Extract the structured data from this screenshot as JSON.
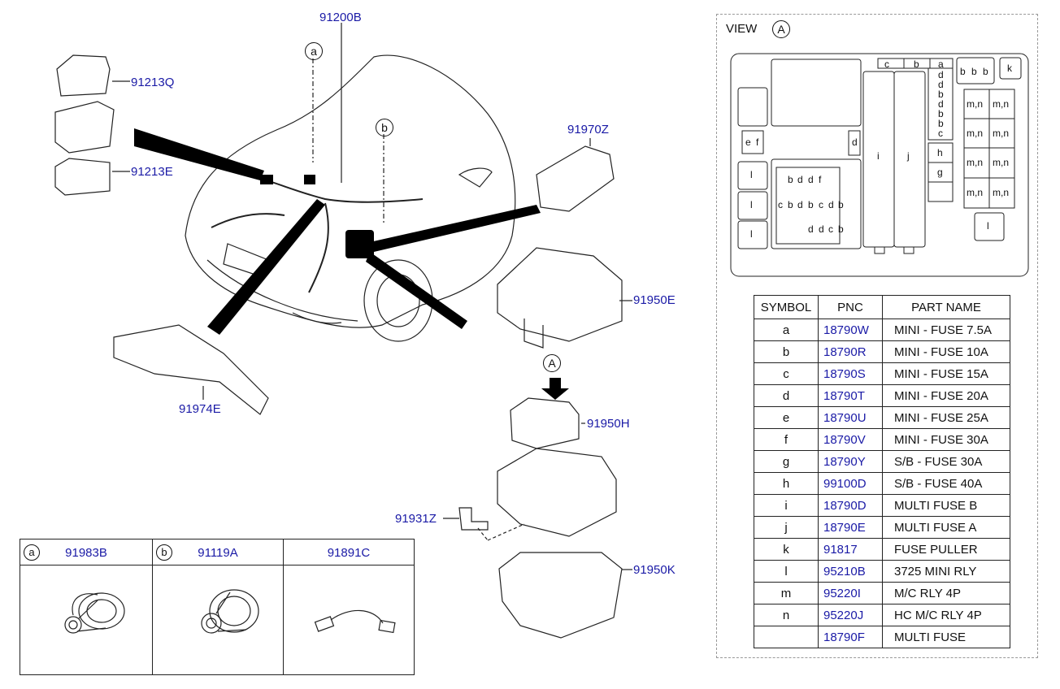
{
  "callouts": {
    "c91200B": "91200B",
    "c91213Q": "91213Q",
    "c91213E": "91213E",
    "c91970Z": "91970Z",
    "c91950E": "91950E",
    "c91974E": "91974E",
    "c91950H": "91950H",
    "c91931Z": "91931Z",
    "c91950K": "91950K",
    "detail_a": "a",
    "detail_b": "b",
    "arrow_A": "A"
  },
  "view": {
    "title": "VIEW",
    "marker": "A",
    "fuse_labels": {
      "top_row": [
        "c",
        "b",
        "a"
      ],
      "col_small": [
        "d",
        "d",
        "b",
        "d",
        "b",
        "b",
        "c"
      ],
      "right_b": [
        "b",
        "b",
        "b"
      ],
      "k": "k",
      "relays": [
        "m,n",
        "m,n",
        "m,n",
        "m,n",
        "m,n",
        "m,n",
        "m,n",
        "m,n"
      ],
      "l_right": "l",
      "e": "e",
      "f": "f",
      "d_mid": "d",
      "l_left": [
        "l",
        "l",
        "l"
      ],
      "i": "i",
      "j": "j",
      "h": "h",
      "g": "g",
      "grid_row1": [
        "b",
        "d",
        "d",
        "f"
      ],
      "grid_row2": [
        "c",
        "b",
        "d",
        "b",
        "c",
        "d",
        "b"
      ],
      "grid_row3": [
        "d",
        "d",
        "c",
        "b"
      ]
    }
  },
  "parts_table": {
    "headers": [
      "SYMBOL",
      "PNC",
      "PART NAME"
    ],
    "rows": [
      {
        "symbol": "a",
        "pnc": "18790W",
        "name": "MINI - FUSE 7.5A"
      },
      {
        "symbol": "b",
        "pnc": "18790R",
        "name": "MINI - FUSE 10A"
      },
      {
        "symbol": "c",
        "pnc": "18790S",
        "name": "MINI - FUSE 15A"
      },
      {
        "symbol": "d",
        "pnc": "18790T",
        "name": "MINI - FUSE 20A"
      },
      {
        "symbol": "e",
        "pnc": "18790U",
        "name": "MINI - FUSE 25A"
      },
      {
        "symbol": "f",
        "pnc": "18790V",
        "name": "MINI - FUSE 30A"
      },
      {
        "symbol": "g",
        "pnc": "18790Y",
        "name": "S/B - FUSE 30A"
      },
      {
        "symbol": "h",
        "pnc": "99100D",
        "name": "S/B - FUSE 40A"
      },
      {
        "symbol": "i",
        "pnc": "18790D",
        "name": "MULTI FUSE B"
      },
      {
        "symbol": "j",
        "pnc": "18790E",
        "name": "MULTI FUSE A"
      },
      {
        "symbol": "k",
        "pnc": "91817",
        "name": "FUSE PULLER"
      },
      {
        "symbol": "l",
        "pnc": "95210B",
        "name": "3725 MINI RLY"
      },
      {
        "symbol": "m",
        "pnc": "95220I",
        "name": "M/C RLY 4P"
      },
      {
        "symbol": "n",
        "pnc": "95220J",
        "name": "HC M/C RLY 4P"
      },
      {
        "symbol": "",
        "pnc": "18790F",
        "name": "MULTI FUSE"
      }
    ]
  },
  "accessories": [
    {
      "symbol": "a",
      "pnc": "91983B"
    },
    {
      "symbol": "b",
      "pnc": "91119A"
    },
    {
      "symbol": "",
      "pnc": "91891C"
    }
  ]
}
